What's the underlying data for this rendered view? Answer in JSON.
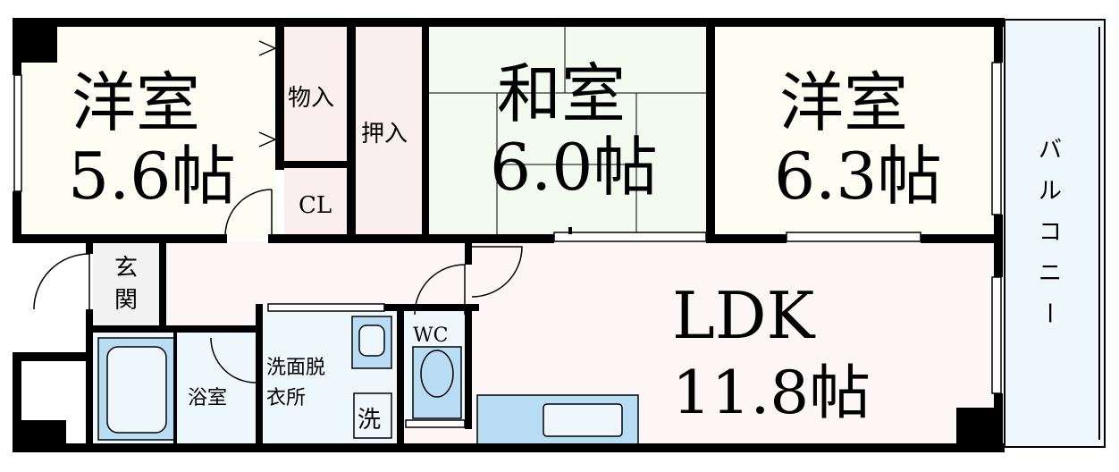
{
  "rooms": {
    "western_room_1": {
      "name": "洋室",
      "size": "5.6帖"
    },
    "japanese_room": {
      "name": "和室",
      "size": "6.0帖"
    },
    "western_room_2": {
      "name": "洋室",
      "size": "6.3帖"
    },
    "ldk": {
      "name": "LDK",
      "size": "11.8帖"
    }
  },
  "storage": {
    "closet_storage": "物入",
    "oshiire": "押入",
    "cl": "CL"
  },
  "facilities": {
    "entrance_line1": "玄",
    "entrance_line2": "関",
    "bathroom": "浴室",
    "washroom_line1": "洗面脱",
    "washroom_line2": "衣所",
    "wc": "WC",
    "washer": "洗"
  },
  "balcony": {
    "chars": [
      "バ",
      "ル",
      "コ",
      "ニ",
      "ー"
    ]
  },
  "colors": {
    "wall": "#000000",
    "western_floor": "#fdfdf3",
    "japanese_floor": "#f3fbf0",
    "ldk_floor": "#fdf6f7",
    "storage_floor": "#fbeeee",
    "wet_area": "#eef8fc",
    "fixture_blue": "#b8dcf3",
    "entrance_floor": "#f2f2f2",
    "balcony_fill": "#eef7fb"
  }
}
